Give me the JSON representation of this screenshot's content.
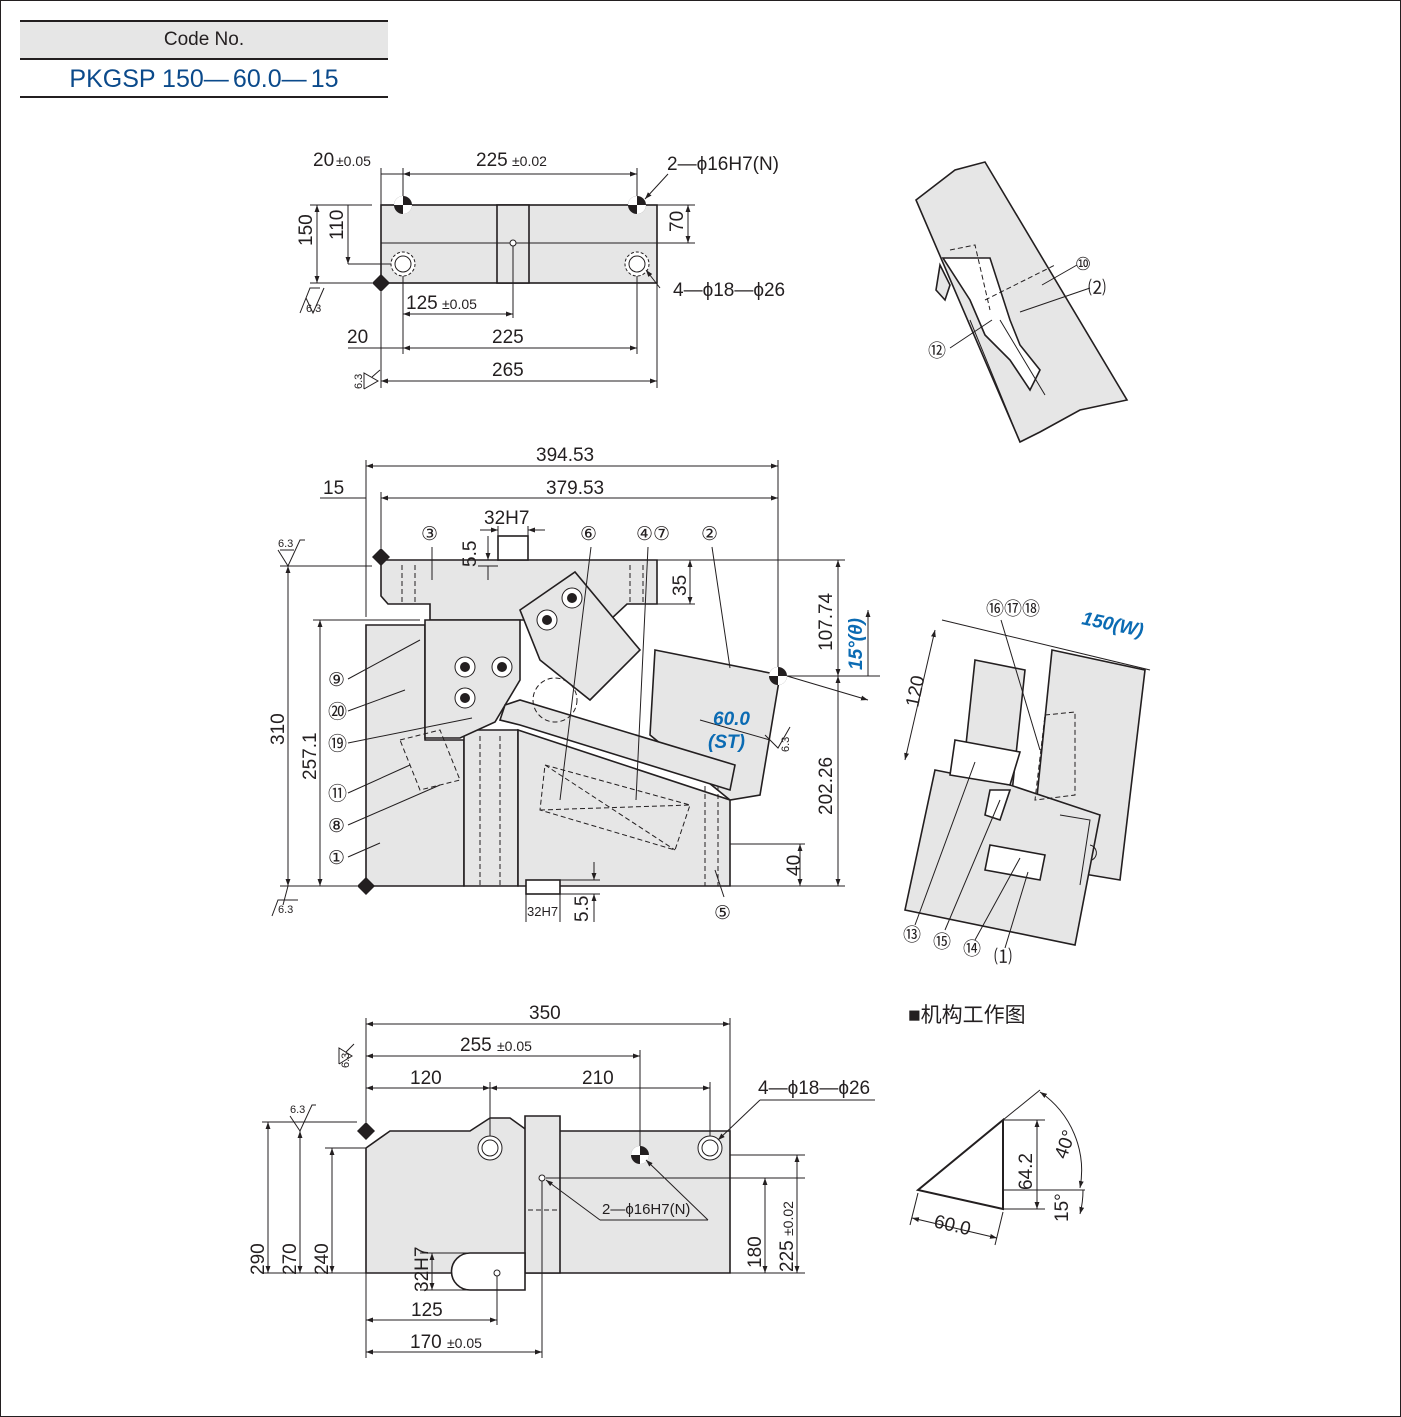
{
  "code_box": {
    "label": "Code No.",
    "value": "PKGSP 150— 60.0— 15"
  },
  "top_view": {
    "d_20": "20",
    "d_20_tol": "±0.05",
    "d_225": "225",
    "d_225_tol": "±0.02",
    "hole_dowel": "2—ϕ16H7(N)",
    "d_70": "70",
    "d_150": "150",
    "d_110": "110",
    "hole_bolt": "4—ϕ18—ϕ26",
    "d_125": "125",
    "d_125_tol": "±0.05",
    "d_20b": "20",
    "d_225b": "225",
    "d_265": "265",
    "rough_a": "6.3",
    "rough_b": "6.3"
  },
  "front_view": {
    "d_394": "394.53",
    "d_15": "15",
    "d_379": "379.53",
    "d_32h7": "32H7",
    "d_5_5": "5.5",
    "d_35": "35",
    "d_107": "107.74",
    "d_15deg": "15°(θ)",
    "d_310": "310",
    "d_257": "257.1",
    "d_202": "202.26",
    "d_40": "40",
    "d_32h7b": "32H7",
    "d_5_5b": "5.5",
    "d_st": "60.0",
    "d_st2": "(ST)",
    "rough_a": "6.3",
    "rough_b": "6.3",
    "rough_c": "6.3",
    "labels": [
      "③",
      "⑥",
      "④⑦",
      "②",
      "⑨",
      "⑳",
      "⑲",
      "⑪",
      "⑧",
      "①",
      "⑤"
    ]
  },
  "bottom_view": {
    "d_350": "350",
    "d_255": "255",
    "d_255_tol": "±0.05",
    "d_120": "120",
    "d_210": "210",
    "hole_bolt": "4—ϕ18—ϕ26",
    "hole_dowel": "2—ϕ16H7(N)",
    "d_290": "290",
    "d_270": "270",
    "d_240": "240",
    "d_32h7": "32H7",
    "d_180": "180",
    "d_225": "225",
    "d_225_tol": "±0.02",
    "d_125": "125",
    "d_170": "170",
    "d_170_tol": "±0.05",
    "rough_a": "6.3",
    "rough_b": "6.3"
  },
  "detail_a": {
    "labels": [
      "⑩",
      "⑵",
      "⑫"
    ]
  },
  "detail_b": {
    "labels_top": "⑯⑰⑱",
    "w_label": "150(W)",
    "d_120": "120",
    "labels": [
      "⑬",
      "⑮",
      "⑭",
      "⑴"
    ]
  },
  "mechanism": {
    "title": "■机构工作图",
    "d_64": "64.2",
    "d_40deg": "40°",
    "d_15deg": "15°",
    "d_60": "60.0"
  },
  "colors": {
    "fill": "#e6e6e6",
    "line": "#231f20",
    "accent": "#0b6bb3",
    "code": "#0b4a8b"
  }
}
